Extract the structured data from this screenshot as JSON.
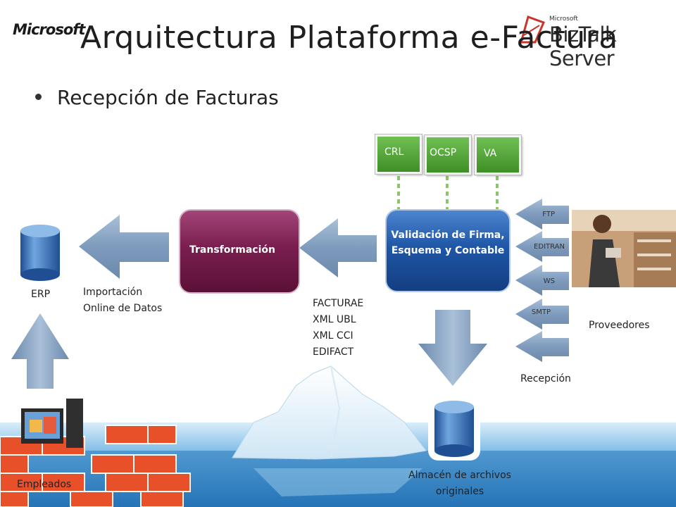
{
  "header": {
    "microsoft_logo": "Microsoft",
    "biztalk_logo_small": "Microsoft",
    "biztalk_logo_main": "BizTalk Server",
    "title": "Arquitectura Plataforma e-Factura"
  },
  "bullet": {
    "text": "Recepción de Facturas"
  },
  "diagram": {
    "erp_label": "ERP",
    "importacion_label_1": "Importación",
    "importacion_label_2": "Online de Datos",
    "transformacion_label": "Transformación",
    "validacion_label_1": "Validación de Firma,",
    "validacion_label_2": "Esquema y Contable",
    "formats": [
      "FACTURAE",
      "XML UBL",
      "XML CCI",
      "EDIFACT"
    ],
    "services": [
      "CRL",
      "OCSP",
      "VA"
    ],
    "protocols": [
      "FTP",
      "EDITRAN",
      "WS",
      "SMTP"
    ],
    "recepcion_label": "Recepción",
    "proveedores_label": "Proveedores",
    "almacen_label_1": "Almacén de archivos",
    "almacen_label_2": "originales",
    "empleados_label": "Empleados"
  },
  "colors": {
    "transform_box": "#7a1e4f",
    "validate_box": "#1f56a6",
    "service_box": "#4fa436",
    "arrow": "#8ba6c4",
    "brick": "#e8502a",
    "water": "#2f7fc0"
  }
}
